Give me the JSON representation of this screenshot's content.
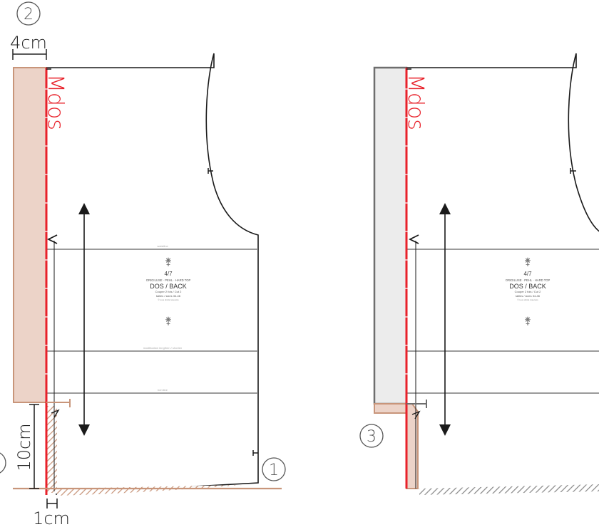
{
  "circle_labels": {
    "one": "1",
    "two": "2",
    "three": "3"
  },
  "dimensions": {
    "width_top": "4cm",
    "height_left": "10cm",
    "width_bottom": "1cm"
  },
  "pattern_piece": {
    "seam_label": "Mdos",
    "piece_number": "4/7",
    "model_line": "ORIGILUSE · PEHL · HARD TOP",
    "piece_name": "DOS / BACK",
    "cut_line": "Couper 2 fois / Cut 2",
    "info_line": "tailles / sizes 34-46",
    "copyright": "© tous droits réservés",
    "line_label_1": "waistline",
    "line_label_2": "modification lengthen / shorten",
    "line_label_3": "hemline"
  },
  "colors": {
    "accent_red": "#e8212a",
    "extension_fill": "#ecd3c8",
    "extension_stroke": "#c8957a",
    "gray_fill": "#ececec",
    "gray_stroke": "#6e6e6e",
    "outline": "#1a1a1a"
  }
}
